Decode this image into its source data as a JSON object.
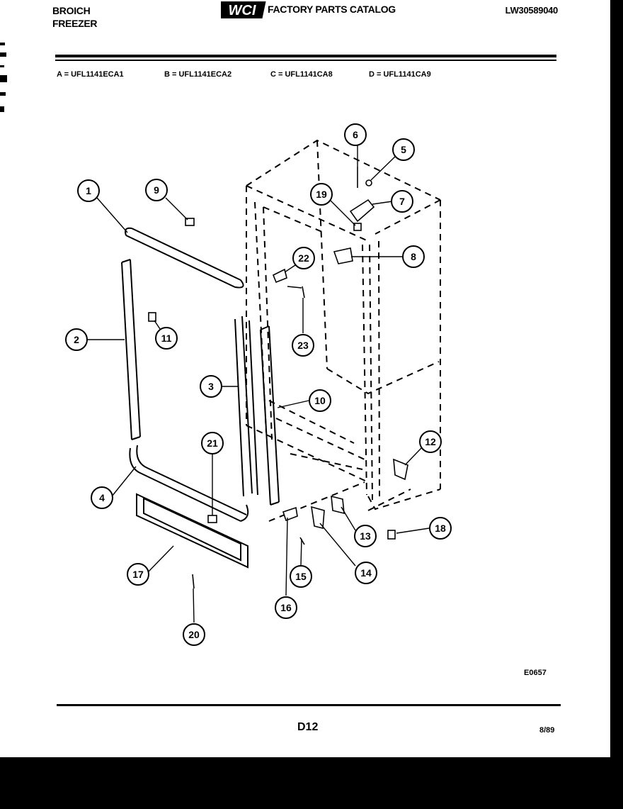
{
  "header": {
    "brand_line1": "BROICH",
    "brand_line2": "FREEZER",
    "catalog_title": "FACTORY PARTS CATALOG",
    "logo_text": "WCI",
    "document_number": "LW30589040"
  },
  "models": [
    {
      "label": "A = UFL1141ECA1"
    },
    {
      "label": "B = UFL1141ECA2"
    },
    {
      "label": "C = UFL1141CA8"
    },
    {
      "label": "D = UFL1141CA9"
    }
  ],
  "callouts": [
    "1",
    "2",
    "3",
    "4",
    "5",
    "6",
    "7",
    "8",
    "9",
    "10",
    "11",
    "12",
    "13",
    "14",
    "15",
    "16",
    "17",
    "18",
    "19",
    "20",
    "21",
    "22",
    "23"
  ],
  "footer": {
    "diagram_code": "E0657",
    "page_label": "D12",
    "date": "8/89"
  }
}
